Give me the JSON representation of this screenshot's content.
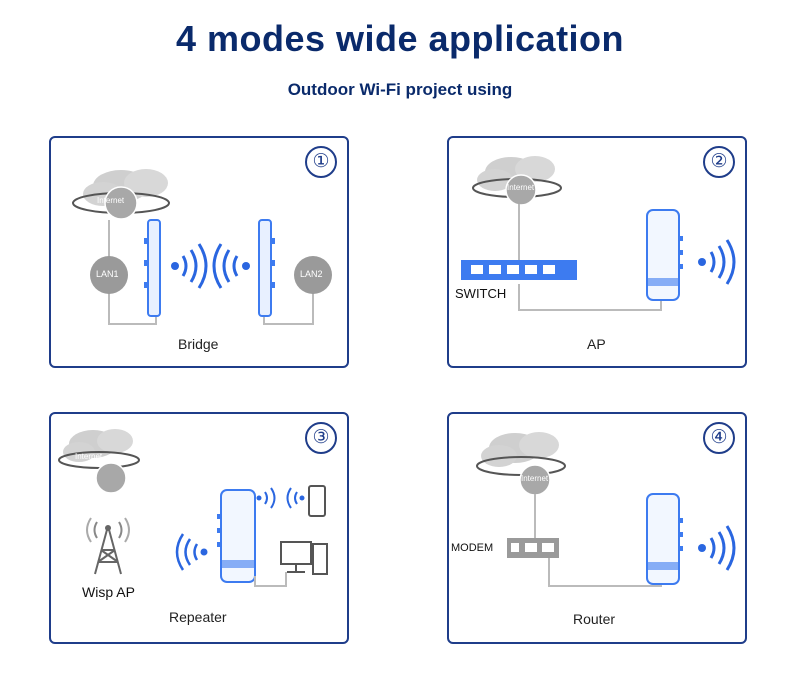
{
  "header": {
    "title": "4 modes wide application",
    "subtitle": "Outdoor Wi-Fi project using"
  },
  "colors": {
    "title": "#0a2a6b",
    "border": "#1f3d8a",
    "device_blue": "#3d7bf0",
    "cloud": "#c9c9c9",
    "globe": "#a6a6a6"
  },
  "panels": [
    {
      "number": "①",
      "caption": "Bridge",
      "labels": {
        "lan1": "LAN1",
        "lan2": "LAN2",
        "internet": "Internet"
      }
    },
    {
      "number": "②",
      "caption": "AP",
      "labels": {
        "switch": "SWITCH",
        "internet": "Internet"
      }
    },
    {
      "number": "③",
      "caption": "Repeater",
      "labels": {
        "wisp": "Wisp AP",
        "internet": "Internet"
      }
    },
    {
      "number": "④",
      "caption": "Router",
      "labels": {
        "modem": "MODEM",
        "internet": "Internet"
      }
    }
  ]
}
